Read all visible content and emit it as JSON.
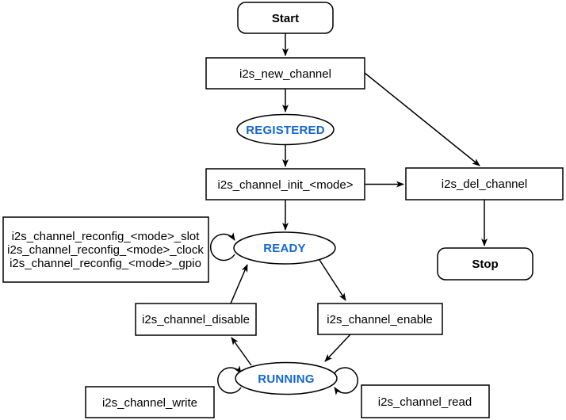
{
  "colors": {
    "state_text_color": "#1467D1",
    "shape_stroke_color": "#000000",
    "shape_fill_color": "#ffffff"
  },
  "diagram": {
    "nodes": {
      "start": {
        "label": "Start"
      },
      "new_channel": {
        "label": "i2s_new_channel"
      },
      "registered": {
        "label": "REGISTERED"
      },
      "init": {
        "label": "i2s_channel_init_<mode>"
      },
      "del_channel": {
        "label": "i2s_del_channel"
      },
      "stop": {
        "label": "Stop"
      },
      "ready": {
        "label": "READY"
      },
      "reconfig": {
        "lines": [
          "i2s_channel_reconfig_<mode>_slot",
          "i2s_channel_reconfig_<mode>_clock",
          "i2s_channel_reconfig_<mode>_gpio"
        ]
      },
      "disable": {
        "label": "i2s_channel_disable"
      },
      "enable": {
        "label": "i2s_channel_enable"
      },
      "running": {
        "label": "RUNNING"
      },
      "write": {
        "label": "i2s_channel_write"
      },
      "read": {
        "label": "i2s_channel_read"
      }
    }
  }
}
